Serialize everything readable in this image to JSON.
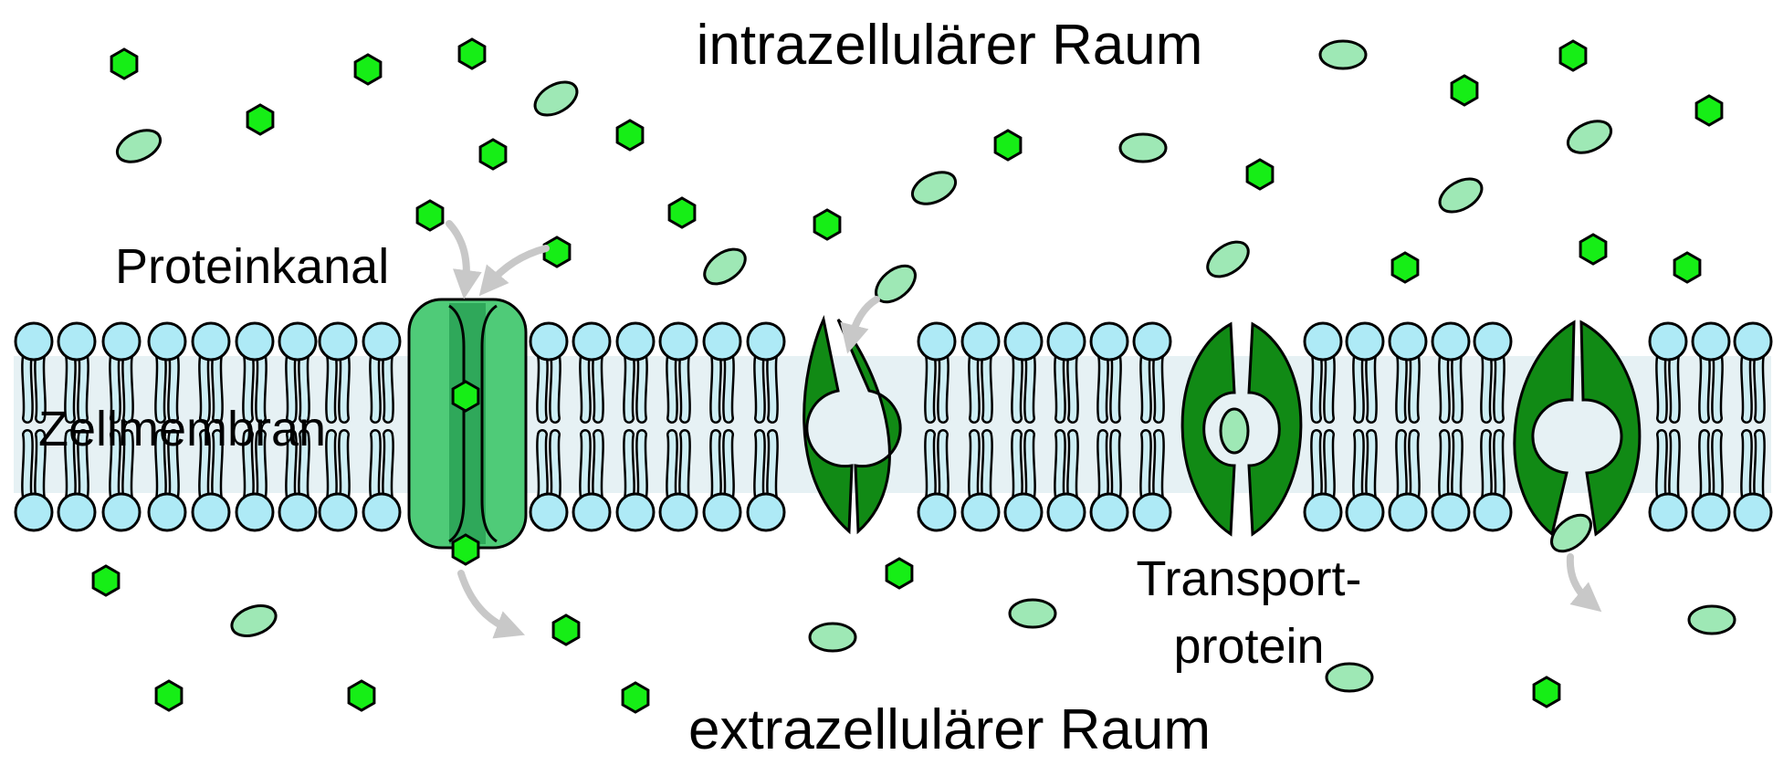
{
  "labels": {
    "intracellular": "intrazellulärer Raum",
    "extracellular": "extrazellulärer Raum",
    "channel": "Proteinkanal",
    "membrane": "Zellmembran",
    "transporter_line1": "Transport-",
    "transporter_line2": "protein"
  },
  "colors": {
    "background": "#ffffff",
    "lipid_head": "#aeeaf6",
    "lipid_tail": "#cdeef4",
    "membrane_band": "#e6f1f4",
    "channel_outer": "#4fcb78",
    "channel_inner": "#2fa85a",
    "transporter": "#118a15",
    "ion_hexagon": "#16ee16",
    "oval_molecule": "#9ee8b5",
    "arrow": "#c8c8c8"
  },
  "icons": {
    "ion": "green-hexagon-icon",
    "molecule": "green-oval-molecule-icon",
    "arrow": "gray-curved-arrow-icon"
  }
}
